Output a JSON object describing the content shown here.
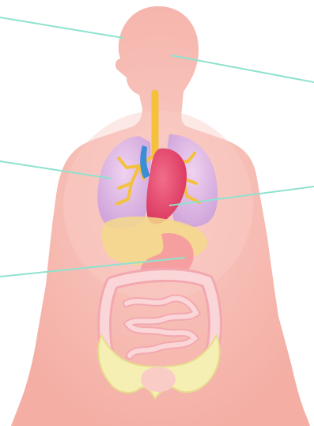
{
  "diagram": {
    "labels": [
      {
        "id": "brain",
        "text": ""
      },
      {
        "id": "head-right",
        "text": ""
      },
      {
        "id": "lungs",
        "text": ""
      },
      {
        "id": "heart",
        "text": ""
      },
      {
        "id": "stomach",
        "text": ""
      }
    ]
  },
  "colors": {
    "background": "#ffffff",
    "body_skin": "#f6b7ad",
    "body_skin_light": "#f9cdc6",
    "lung_lavender": "#dcb4e3",
    "bronchi_yellow": "#f6c44a",
    "trachea_yellow": "#f3c13c",
    "heart_red": "#e83f6a",
    "aorta_blue": "#3b8ed6",
    "liver_yellow": "#f4d98a",
    "stomach_pink": "#f59aa0",
    "intestine_pink": "#fbd6d8",
    "intestine_outline": "#f3a8b0",
    "pelvis_yellow": "#f6efb3",
    "leader_line": "#8ee2cf"
  }
}
